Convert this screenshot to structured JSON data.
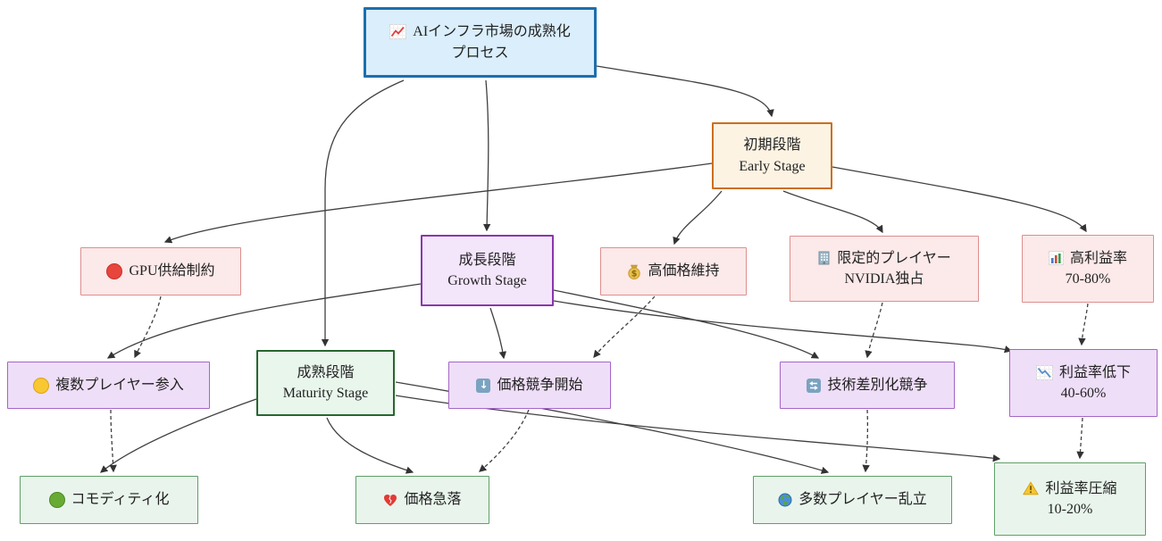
{
  "diagram": {
    "title": "AIインフラ市場の成熟化プロセス",
    "nodes": {
      "root": {
        "icon": "chart-increasing-icon",
        "line1": "AIインフラ市場の成熟化",
        "line2": "プロセス"
      },
      "early_stage": {
        "icon": null,
        "line1": "初期段階",
        "line2": "Early Stage"
      },
      "growth_stage": {
        "icon": null,
        "line1": "成長段階",
        "line2": "Growth Stage"
      },
      "maturity_stage": {
        "icon": null,
        "line1": "成熟段階",
        "line2": "Maturity Stage"
      },
      "gpu_supply": {
        "icon": "red-circle-icon",
        "line1": "GPU供給制約"
      },
      "price_maintain": {
        "icon": "money-bag-icon",
        "line1": "高価格維持"
      },
      "limited_players": {
        "icon": "office-building-icon",
        "line1": "限定的プレイヤー",
        "line2": "NVIDIA独占"
      },
      "high_margin": {
        "icon": "bar-chart-icon",
        "line1": "高利益率",
        "line2": "70-80%"
      },
      "multi_entry": {
        "icon": "yellow-circle-icon",
        "line1": "複数プレイヤー参入"
      },
      "price_war": {
        "icon": "down-arrow-icon",
        "line1": "価格競争開始"
      },
      "tech_diff": {
        "icon": "cycle-arrows-icon",
        "line1": "技術差別化競争"
      },
      "margin_down": {
        "icon": "chart-decreasing-icon",
        "line1": "利益率低下",
        "line2": "40-60%"
      },
      "commodity": {
        "icon": "green-circle-icon",
        "line1": "コモディティ化"
      },
      "price_crash": {
        "icon": "broken-heart-icon",
        "line1": "価格急落"
      },
      "many_players": {
        "icon": "globe-icon",
        "line1": "多数プレイヤー乱立"
      },
      "margin_squeeze": {
        "icon": "warning-icon",
        "line1": "利益率圧縮",
        "line2": "10-20%"
      }
    },
    "edges": [
      {
        "from": "root",
        "to": "early_stage",
        "style": "solid"
      },
      {
        "from": "root",
        "to": "growth_stage",
        "style": "solid"
      },
      {
        "from": "root",
        "to": "maturity_stage",
        "style": "solid"
      },
      {
        "from": "early_stage",
        "to": "gpu_supply",
        "style": "solid"
      },
      {
        "from": "early_stage",
        "to": "price_maintain",
        "style": "solid"
      },
      {
        "from": "early_stage",
        "to": "limited_players",
        "style": "solid"
      },
      {
        "from": "early_stage",
        "to": "high_margin",
        "style": "solid"
      },
      {
        "from": "growth_stage",
        "to": "multi_entry",
        "style": "solid"
      },
      {
        "from": "growth_stage",
        "to": "price_war",
        "style": "solid"
      },
      {
        "from": "growth_stage",
        "to": "tech_diff",
        "style": "solid"
      },
      {
        "from": "growth_stage",
        "to": "margin_down",
        "style": "solid"
      },
      {
        "from": "maturity_stage",
        "to": "commodity",
        "style": "solid"
      },
      {
        "from": "maturity_stage",
        "to": "price_crash",
        "style": "solid"
      },
      {
        "from": "maturity_stage",
        "to": "many_players",
        "style": "solid"
      },
      {
        "from": "maturity_stage",
        "to": "margin_squeeze",
        "style": "solid"
      },
      {
        "from": "gpu_supply",
        "to": "multi_entry",
        "style": "dashed"
      },
      {
        "from": "price_maintain",
        "to": "price_war",
        "style": "dashed"
      },
      {
        "from": "limited_players",
        "to": "tech_diff",
        "style": "dashed"
      },
      {
        "from": "high_margin",
        "to": "margin_down",
        "style": "dashed"
      },
      {
        "from": "multi_entry",
        "to": "commodity",
        "style": "dashed"
      },
      {
        "from": "price_war",
        "to": "price_crash",
        "style": "dashed"
      },
      {
        "from": "tech_diff",
        "to": "many_players",
        "style": "dashed"
      },
      {
        "from": "margin_down",
        "to": "margin_squeeze",
        "style": "dashed"
      }
    ],
    "colors": {
      "root_fill": "#daeefb",
      "root_border": "#1d6fae",
      "early_fill": "#fdf3e3",
      "early_border": "#cd6e1d",
      "growth_fill": "#f3e5fa",
      "growth_border": "#8a36ad",
      "maturity_fill": "#e9f6ec",
      "maturity_border": "#27662f",
      "early_child_fill": "#fce9e9",
      "early_child_border": "#dd8f8f",
      "growth_child_fill": "#efdef8",
      "growth_child_border": "#a465c6",
      "maturity_child_fill": "#e9f5ec",
      "maturity_child_border": "#5f9f68",
      "edge_stroke": "#404040"
    }
  }
}
